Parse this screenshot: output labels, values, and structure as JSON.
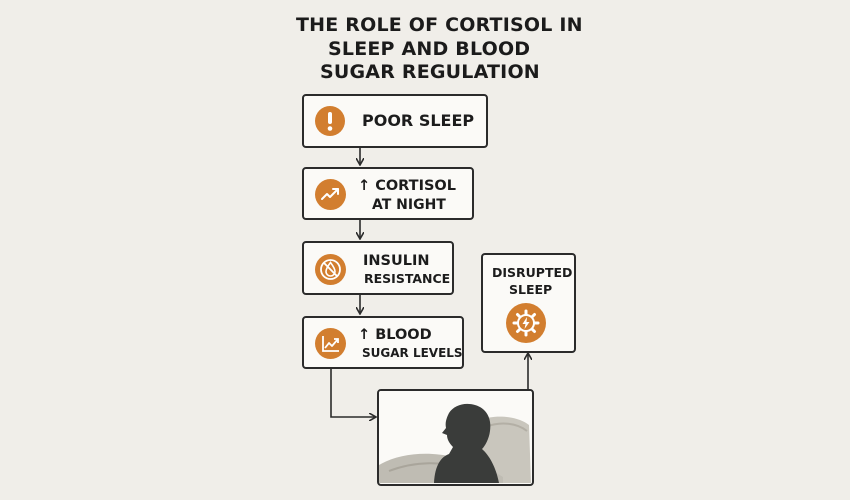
{
  "title": {
    "line1": "THE ROLE OF CORTISOL IN",
    "line2": "SLEEP AND BLOOD",
    "line3": "SUGAR REGULATION"
  },
  "nodes": {
    "poor_sleep": {
      "label": "POOR SLEEP",
      "icon": "exclamation-icon"
    },
    "cortisol": {
      "line1": "↑ CORTISOL",
      "line2": "AT NIGHT",
      "icon": "trend-up-icon"
    },
    "insulin": {
      "line1": "INSULIN",
      "line2": "RESISTANCE",
      "icon": "no-drop-icon"
    },
    "blood_sugar": {
      "line1": "↑ BLOOD",
      "line2": "SUGAR LEVELS",
      "icon": "chart-up-icon"
    },
    "disrupted": {
      "line1": "DISRUPTED",
      "line2": "SLEEP",
      "icon": "gear-bolt-icon"
    },
    "sleeper": {
      "icon": "sleeping-person-icon"
    }
  },
  "colors": {
    "background": "#f0eee9",
    "accent": "#d27e2f",
    "border": "#2b2b2b",
    "silhouette": "#3a3c3a"
  }
}
